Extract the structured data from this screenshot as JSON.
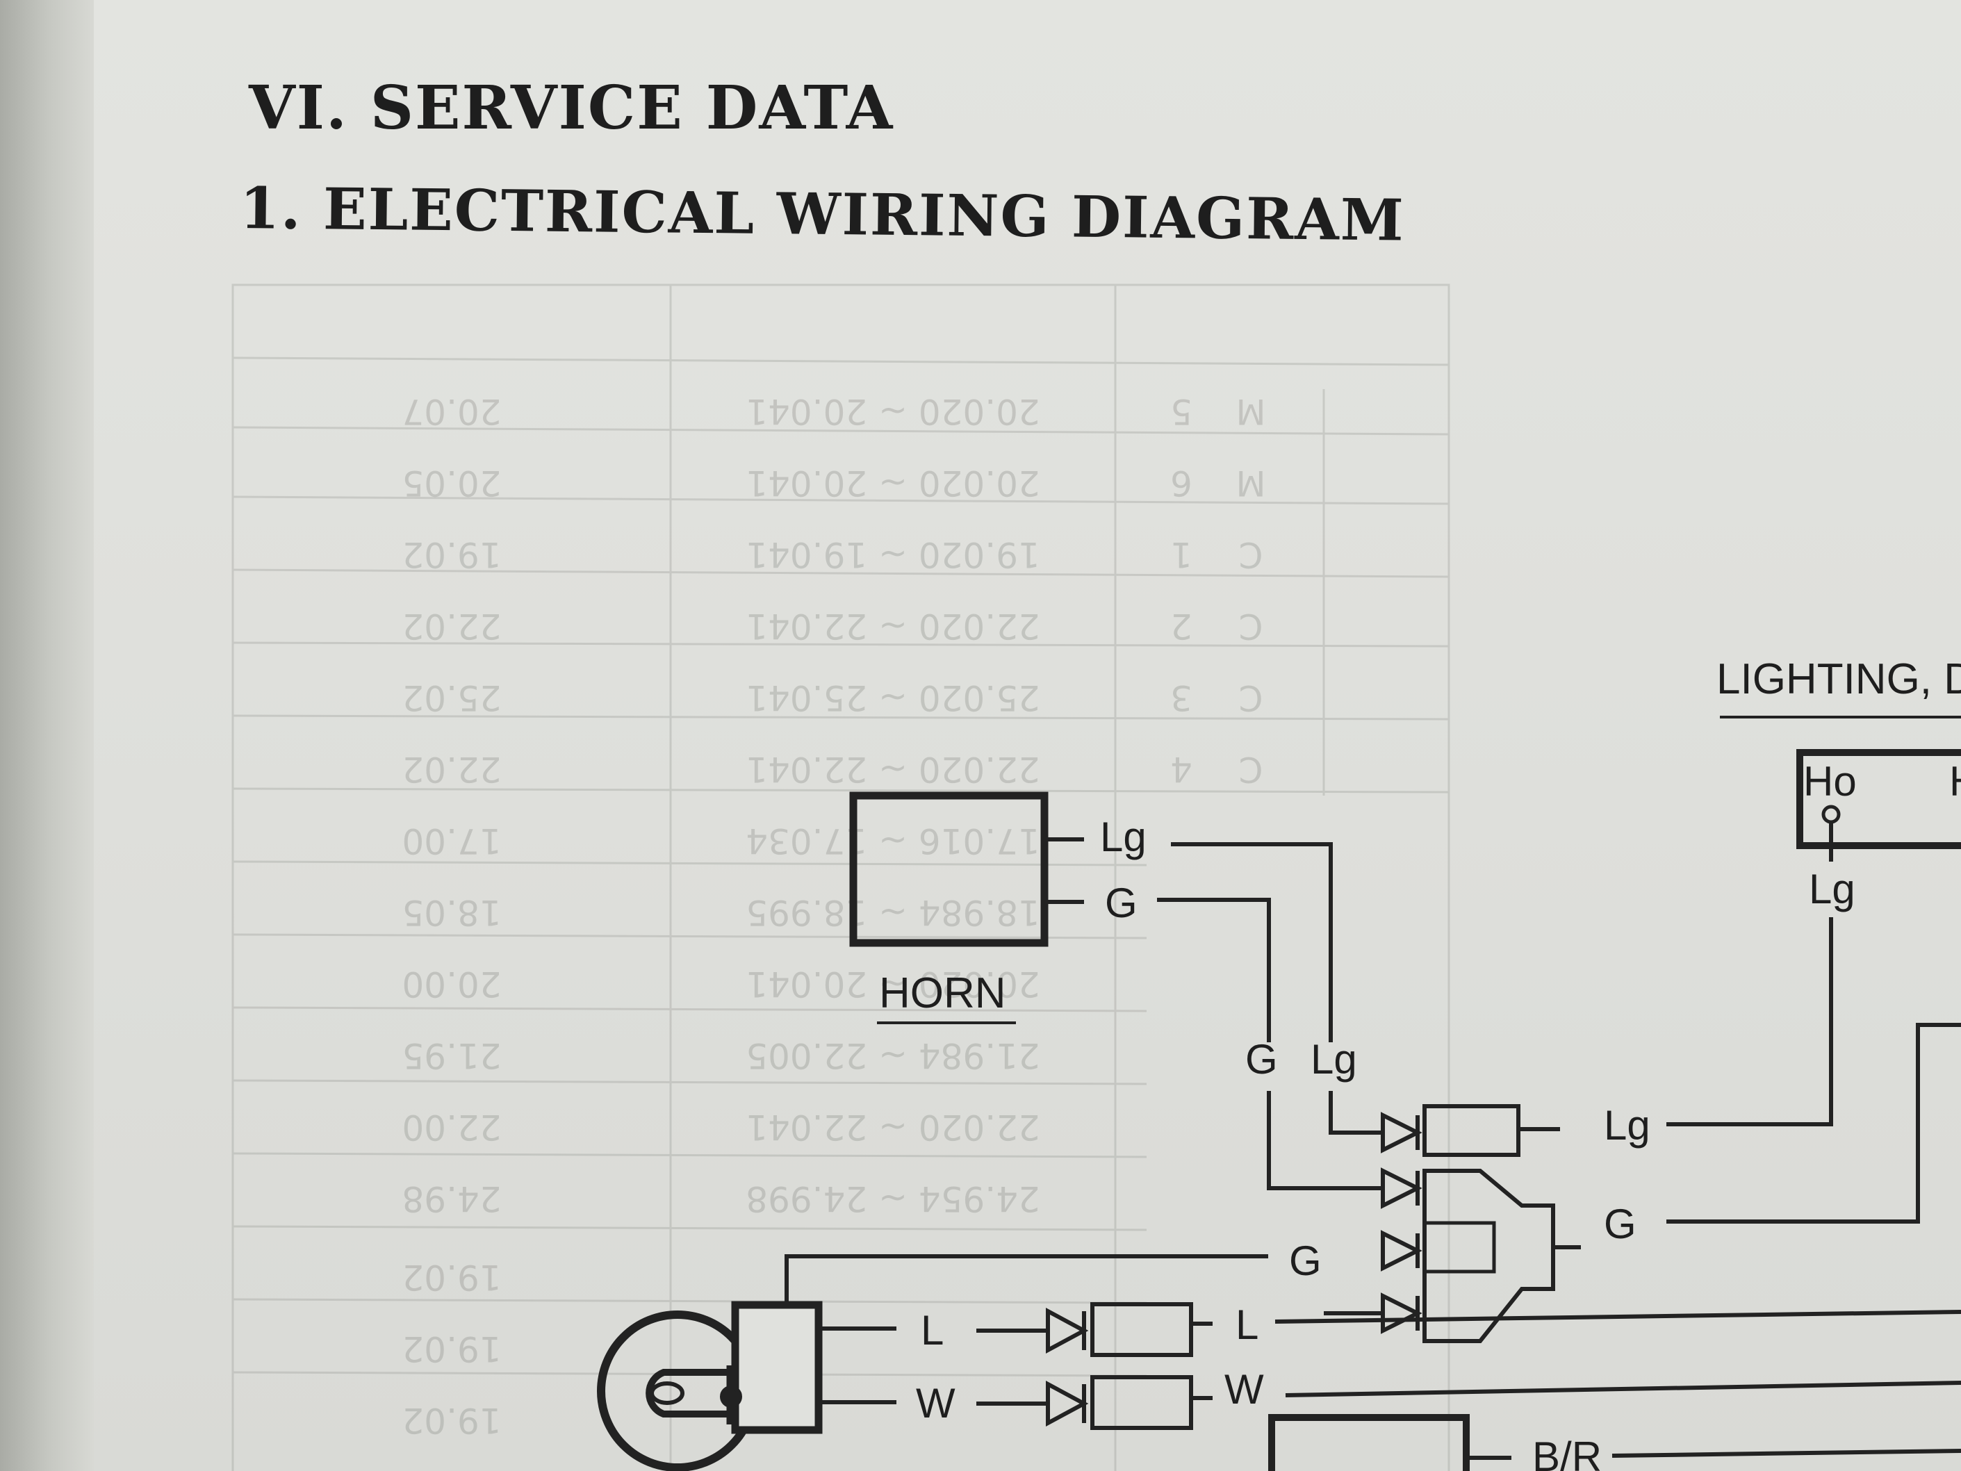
{
  "page": {
    "section_title": "VI. SERVICE DATA",
    "subsection_title": "1. ELECTRICAL WIRING DIAGRAM"
  },
  "show_through": {
    "cells": [
      "20.07",
      "20.020 ~ 20.041",
      "5",
      "M",
      "20.05",
      "20.020 ~ 20.041",
      "6",
      "M",
      "19.02",
      "19.020 ~ 19.041",
      "1",
      "C",
      "22.02",
      "22.020 ~ 22.041",
      "2",
      "C",
      "25.02",
      "25.020 ~ 25.041",
      "3",
      "C",
      "22.02",
      "22.020 ~ 22.041",
      "4",
      "C",
      "17.00",
      "17.016 ~ 17.034",
      "18.05",
      "18.984 ~ 18.995",
      "20.00",
      "20.020 ~ 20.041",
      "21.95",
      "21.984 ~ 22.005",
      "22.00",
      "22.020 ~ 22.041",
      "24.98",
      "24.954 ~ 24.998",
      "19.02",
      "19.02",
      "19.02"
    ]
  },
  "diagram": {
    "components": {
      "horn": "HORN",
      "lighting_switch": "LIGHTING, D",
      "switch_terminal_ho": "Ho",
      "switch_terminal_next": "H"
    },
    "wire_labels": {
      "horn_lg": "Lg",
      "horn_g": "G",
      "drop_g": "G",
      "drop_lg": "Lg",
      "switch_lg": "Lg",
      "conn_lg": "Lg",
      "conn_g": "G",
      "lamp_g": "G",
      "lamp_l": "L",
      "lamp_w": "W",
      "right_l": "L",
      "right_w": "W",
      "bottom_br": "B/R"
    }
  }
}
